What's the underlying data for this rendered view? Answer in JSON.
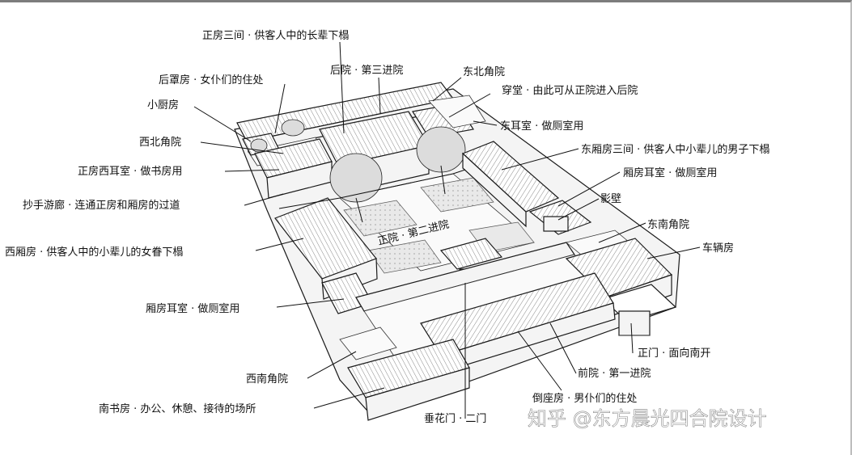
{
  "labels": {
    "zhengfang": "正房三间 · 供客人中的长辈下榻",
    "houzhaofang": "后罩房 · 女仆们的住处",
    "houyuan": "后院 · 第三进院",
    "dongbeijiaoyuan": "东北角院",
    "chuantang": "穿堂 · 由此可从正院进入后院",
    "xiaochufang": "小厨房",
    "dongershi": "东耳室 · 做厕室用",
    "xibeijiaoyuan": "西北角院",
    "dongxiangfang": "东厢房三间 · 供客人中小辈儿的男子下榻",
    "zhengfangxiershi": "正房西耳室 · 做书房用",
    "xiangfangershi_right": "厢房耳室 · 做厕室用",
    "chaoshouyoulang": "抄手游廊 · 连通正房和厢房的过道",
    "yingbi": "影壁",
    "zhengyuan": "正院 · 第二进院",
    "dongnanjiaoyuan": "东南角院",
    "xixiangfang": "西厢房 · 供客人中的小辈儿的女眷下榻",
    "cheliangfang": "车辆房",
    "xiangfangershi_left": "厢房耳室 · 做厕室用",
    "zhengmen": "正门 · 面向南开",
    "qianyuan": "前院 · 第一进院",
    "xinanjiaoyuan": "西南角院",
    "daozuofang": "倒座房 · 男仆们的住处",
    "nanshufang": "南书房 · 办公、休憩、接待的场所",
    "chuihuamen": "垂花门 · 二门"
  },
  "watermark": "知乎 @东方晨光四合院设计"
}
